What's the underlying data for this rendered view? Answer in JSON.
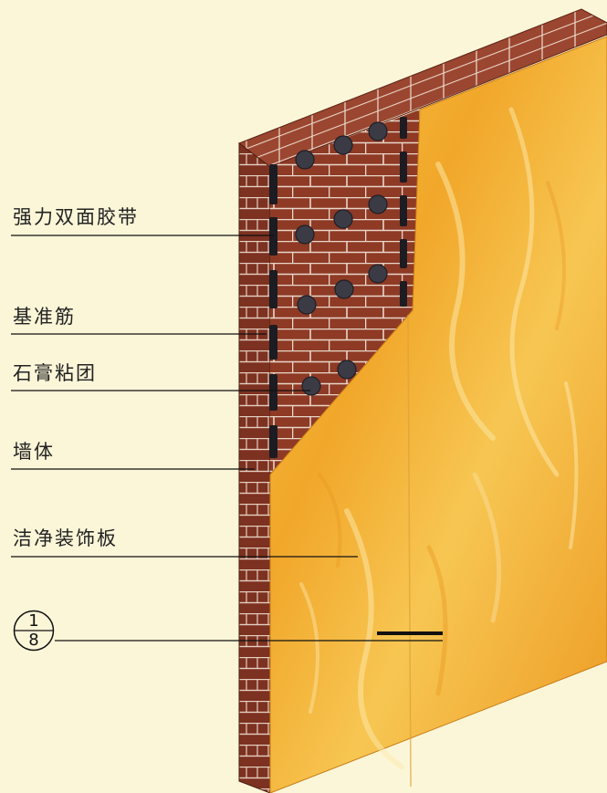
{
  "labels": {
    "tape": "强力双面胶带",
    "furring": "基准筋",
    "plaster": "石膏粘团",
    "wall": "墙体",
    "panel": "洁净装饰板"
  },
  "marker": {
    "top": "1",
    "bottom": "8"
  },
  "colors": {
    "background": "#fbf6d8",
    "brick": "#8e3a25",
    "mortar": "#e8d5c8",
    "panel": "#f3b533",
    "tape": "#1c1c22",
    "dab": "#3a3a44"
  }
}
